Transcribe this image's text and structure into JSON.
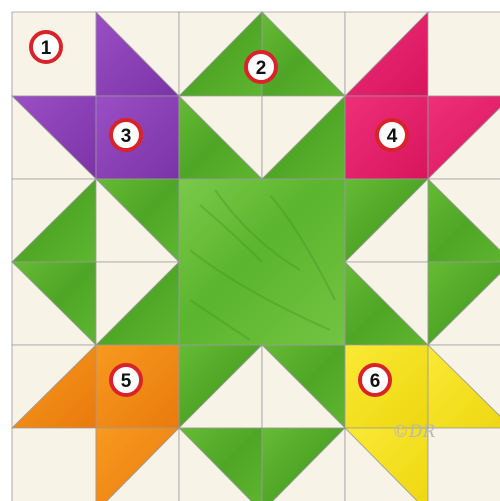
{
  "diagram": {
    "markers": [
      {
        "label": "1",
        "patch": "background-corner-square"
      },
      {
        "label": "2",
        "patch": "top-green-flying-geese"
      },
      {
        "label": "3",
        "patch": "purple-square"
      },
      {
        "label": "4",
        "patch": "pink-square"
      },
      {
        "label": "5",
        "patch": "orange-square"
      },
      {
        "label": "6",
        "patch": "yellow-square"
      }
    ],
    "signature": "©DR"
  },
  "colors": {
    "background": "#f7f3e6",
    "seam": "#9a9a9a",
    "green": "#58b02e",
    "green_dark": "#3f8f1f",
    "green_center": "#6cc23c",
    "purple": "#8a3fb5",
    "pink": "#e41e69",
    "orange": "#f28a12",
    "yellow": "#f6e21c",
    "marker_ring": "#d8232a",
    "marker_fill": "#ffffff"
  }
}
